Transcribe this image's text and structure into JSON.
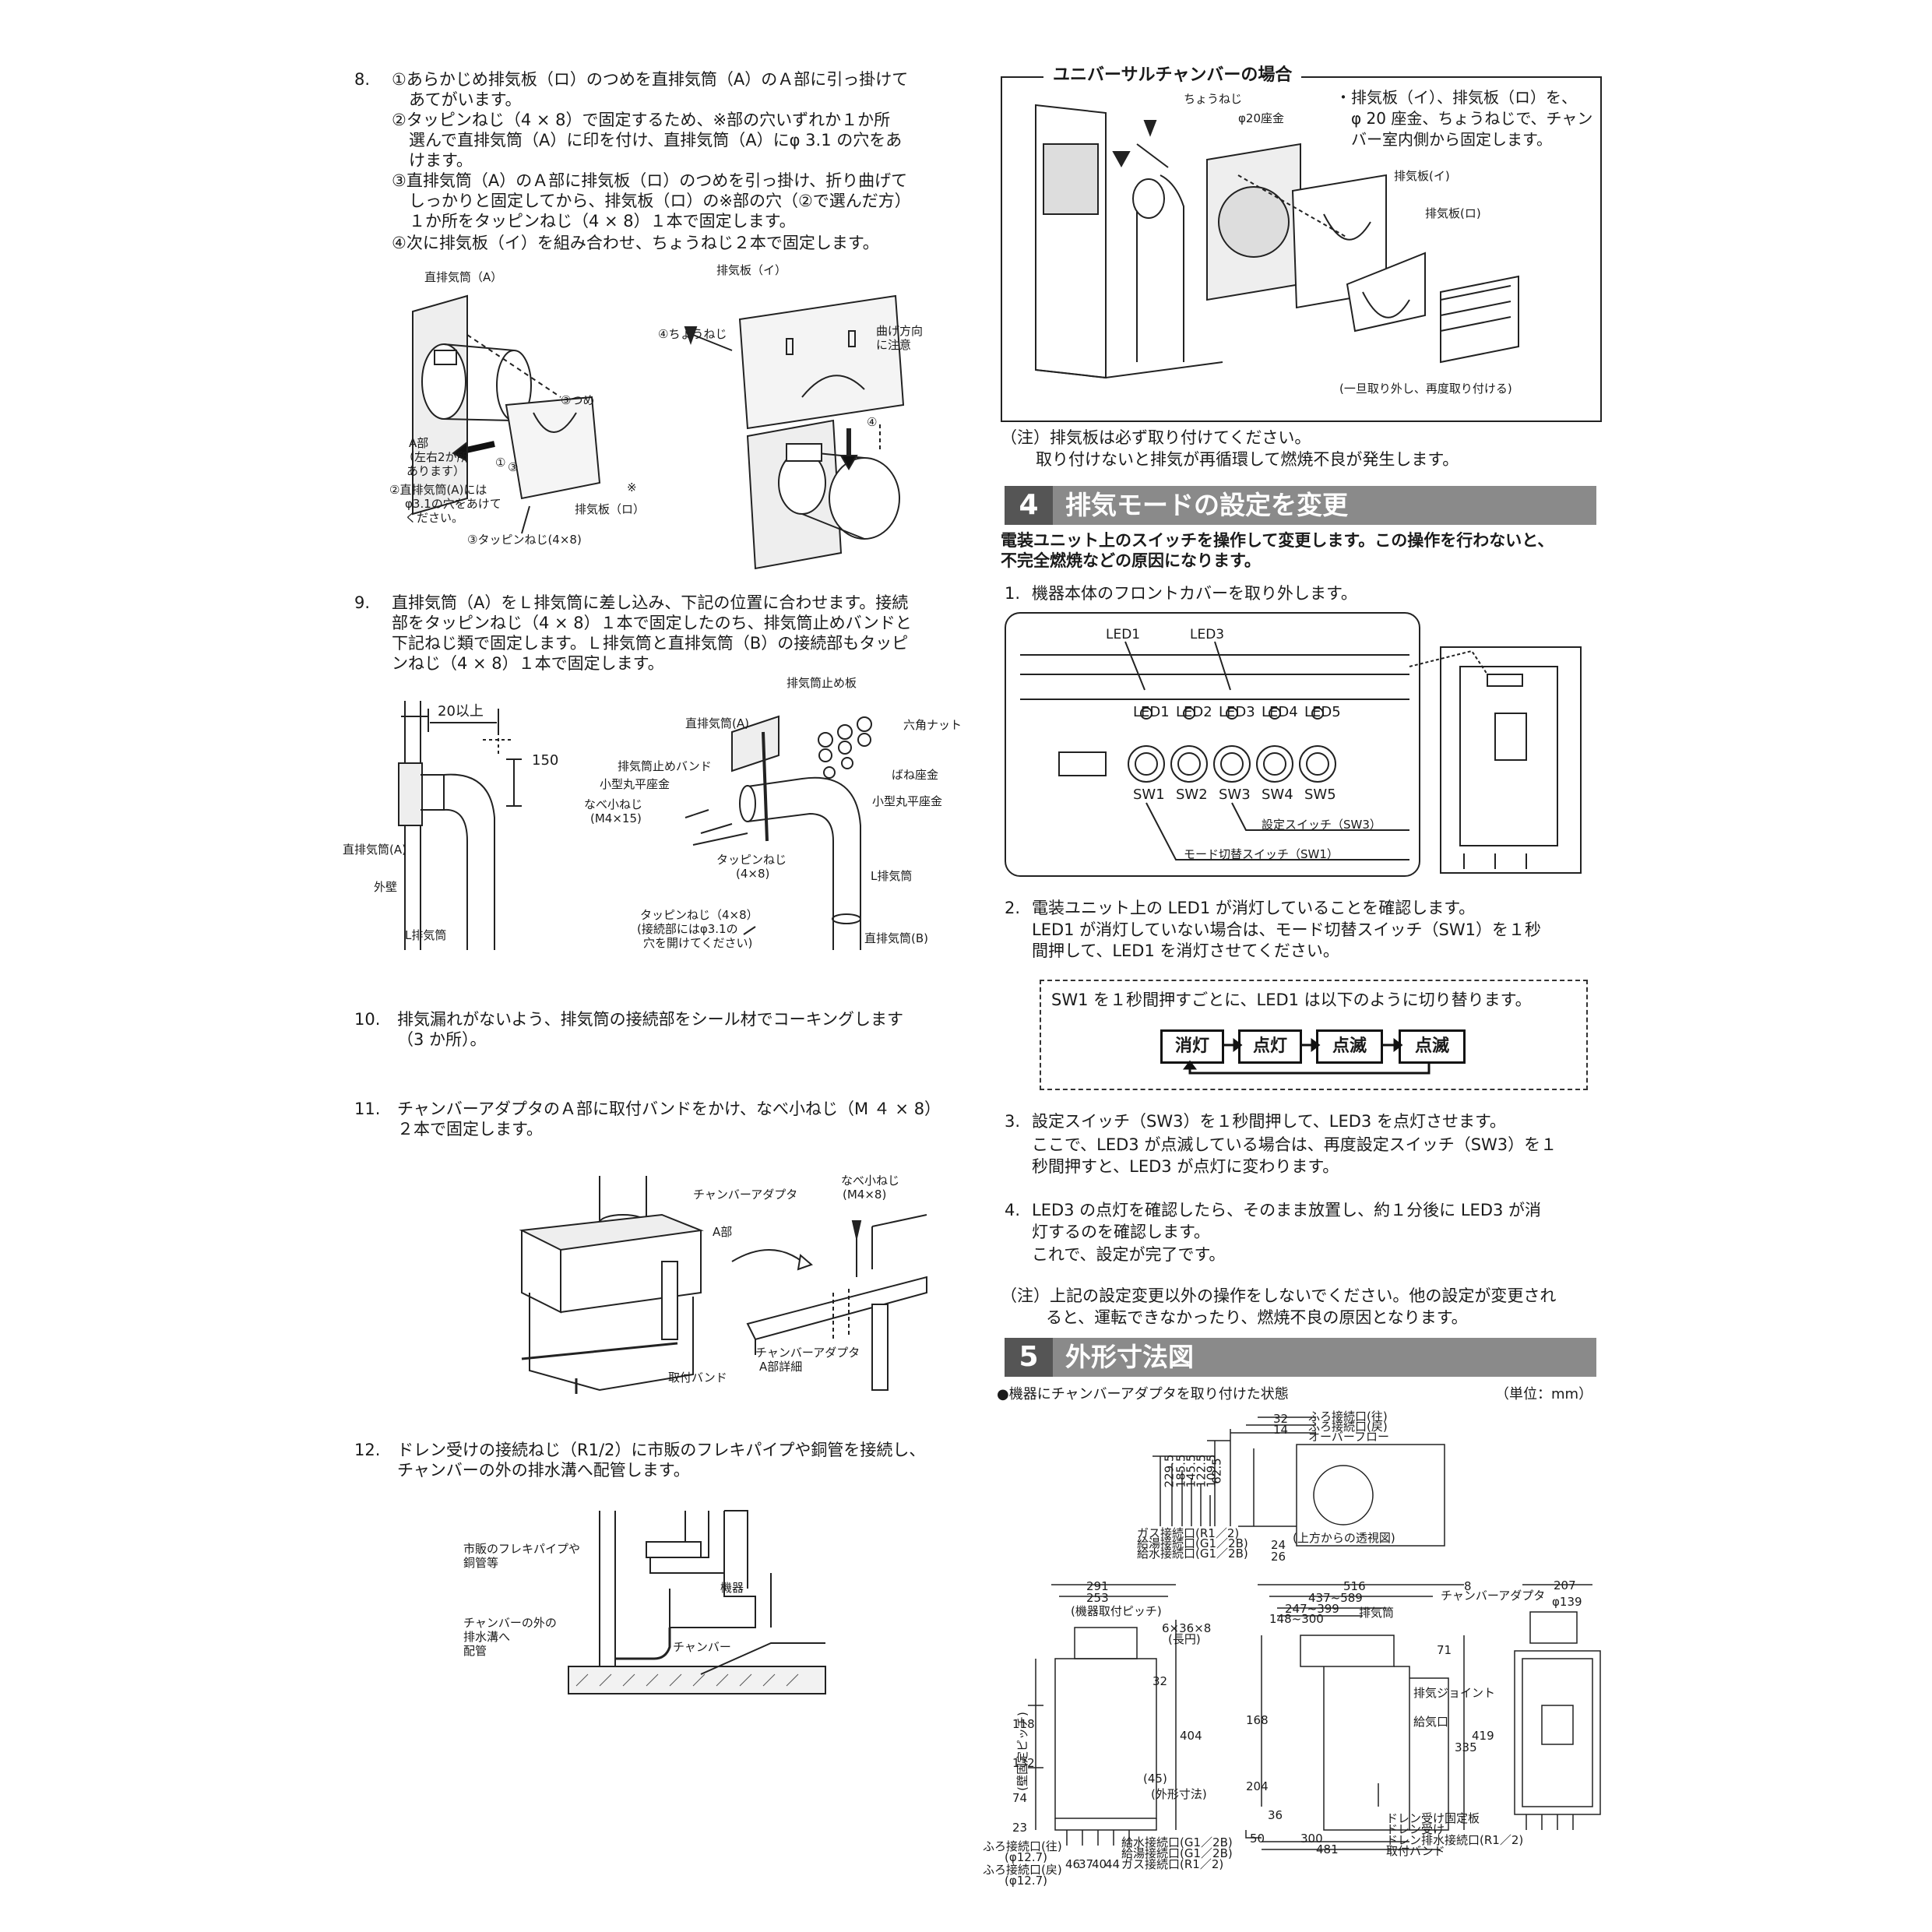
{
  "left": {
    "step8": {
      "num": "8.",
      "l1": "①あらかじめ排気板（ロ）のつめを直排気筒（A）のＡ部に引っ掛けて",
      "l2": "あてがいます。",
      "l3": "②タッピンねじ（4 × 8）で固定するため、※部の穴いずれか１か所",
      "l4": "選んで直排気筒（A）に印を付け、直排気筒（A）にφ 3.1 の穴をあ",
      "l5": "けます。",
      "l6": "③直排気筒（A）のＡ部に排気板（ロ）のつめを引っ掛け、折り曲げて",
      "l7": "しっかりと固定してから、排気板（ロ）の※部の穴（②で選んだ方）",
      "l8": "１か所をタッピンねじ（4 × 8）１本で固定します。",
      "l9": "④次に排気板（イ）を組み合わせ、ちょうねじ２本で固定します。"
    },
    "fig8": {
      "a": "直排気筒（A）",
      "tsume": "③つめ",
      "abu": "A部",
      "abu2": "（左右2か所",
      "abu3": "あります）",
      "hole1": "②直排気筒(A)には",
      "hole2": "φ3.1の穴をあけて",
      "hole3": "ください。",
      "tap": "③タッピンねじ(4×8)",
      "ro": "排気板（ロ）",
      "i": "排気板（イ）",
      "chou": "④ちょうねじ",
      "bend1": "曲げ方向",
      "bend2": "に注意",
      "kome": "※",
      "c1": "①",
      "c3": "③",
      "c4": "④"
    },
    "step9": {
      "num": "9.",
      "l1": "直排気筒（A）をＬ排気筒に差し込み、下記の位置に合わせます。接続",
      "l2": "部をタッピンねじ（4 × 8）１本で固定したのち、排気筒止めバンドと",
      "l3": "下記ねじ類で固定します。Ｌ排気筒と直排気筒（B）の接続部もタッピ",
      "l4": "ンねじ（4 × 8）１本で固定します。"
    },
    "fig9": {
      "dim20": "20以上",
      "dim150": "150",
      "a": "直排気筒(A)",
      "wall": "外壁",
      "l": "L排気筒",
      "stopplate": "排気筒止め板",
      "a2": "直排気筒(A)",
      "hexnut": "六角ナット",
      "band": "排気筒止めバンド",
      "washer_small": "小型丸平座金",
      "springwasher": "ばね座金",
      "nabe": "なべ小ねじ",
      "nabe_size": "(M4×15)",
      "washer_small2": "小型丸平座金",
      "tap": "タッピンねじ",
      "tap_size": "(4×8)",
      "l2": "L排気筒",
      "tap2": "タッピンねじ（4×8）",
      "tap2b": "(接続部にはφ3.1の",
      "tap2c": "穴を開けてください)",
      "b": "直排気筒(B)"
    },
    "step10": {
      "num": "10.",
      "l1": "排気漏れがないよう、排気筒の接続部をシール材でコーキングします",
      "l2": "（3 か所）。"
    },
    "step11": {
      "num": "11.",
      "l1": "チャンバーアダプタのＡ部に取付バンドをかけ、なべ小ねじ（M ４ × 8）",
      "l2": "２本で固定します。"
    },
    "fig11": {
      "adapter": "チャンバーアダプタ",
      "nabe": "なべ小ねじ",
      "nabe_size": "(M4×8)",
      "abu": "A部",
      "band": "取付バンド",
      "detail1": "チャンバーアダプタ",
      "detail2": "A部詳細"
    },
    "step12": {
      "num": "12.",
      "l1": "ドレン受けの接続ねじ（R1/2）に市販のフレキパイプや銅管を接続し、",
      "l2": "チャンバーの外の排水溝へ配管します。"
    },
    "fig12": {
      "flex1": "市販のフレキパイプや",
      "flex2": "銅管等",
      "drain1": "チャンバーの外の",
      "drain2": "排水溝へ",
      "drain3": "配管",
      "unit": "機器",
      "chamber": "チャンバー"
    }
  },
  "right": {
    "universal": {
      "title": "ユニバーサルチャンバーの場合",
      "chou": "ちょうねじ",
      "phi20": "φ20座金",
      "note1": "・排気板（イ）、排気板（ロ）を、",
      "note2": "φ 20 座金、ちょうねじで、チャン",
      "note3": "バー室内側から固定します。",
      "i": "排気板(イ)",
      "ro": "排気板(ロ)",
      "reattach": "(一旦取り外し、再度取り付ける)"
    },
    "caution1": {
      "l1": "（注）排気板は必ず取り付けてください。",
      "l2": "取り付けないと排気が再循環して燃焼不良が発生します。"
    },
    "sec4": {
      "num": "4",
      "title": "排気モードの設定を変更",
      "intro1": "電装ユニット上のスイッチを操作して変更します。この操作を行わないと、",
      "intro2": "不完全燃焼などの原因になります。"
    },
    "s4_step1": {
      "num": "1.",
      "text": "機器本体のフロントカバーを取り外します。"
    },
    "panel": {
      "led1_top": "LED1",
      "led3_top": "LED3",
      "leds": [
        "LED1",
        "LED2",
        "LED3",
        "LED4",
        "LED5"
      ],
      "sws": [
        "SW1",
        "SW2",
        "SW3",
        "SW4",
        "SW5"
      ],
      "sw3_label": "設定スイッチ（SW3）",
      "sw1_label": "モード切替スイッチ（SW1）"
    },
    "s4_step2": {
      "num": "2.",
      "l1": "電装ユニット上の LED1 が消灯していることを確認します。",
      "l2": "LED1 が消灯していない場合は、モード切替スイッチ（SW1）を１秒",
      "l3": "間押して、LED1 を消灯させてください。"
    },
    "flow": {
      "caption": "SW1 を１秒間押すごとに、LED1 は以下のように切り替ります。",
      "states": [
        "消灯",
        "点灯",
        "点滅",
        "点滅"
      ]
    },
    "s4_step3": {
      "num": "3.",
      "l1": "設定スイッチ（SW3）を１秒間押して、LED3 を点灯させます。",
      "l2": "ここで、LED3 が点滅している場合は、再度設定スイッチ（SW3）を１",
      "l3": "秒間押すと、LED3 が点灯に変わります。"
    },
    "s4_step4": {
      "num": "4.",
      "l1": "LED3 の点灯を確認したら、そのまま放置し、約１分後に LED3 が消",
      "l2": "灯するのを確認します。",
      "l3": "これで、設定が完了です。"
    },
    "caution2": {
      "l1": "（注）上記の設定変更以外の操作をしないでください。他の設定が変更され",
      "l2": "ると、運転できなかったり、燃焼不良の原因となります。"
    },
    "sec5": {
      "num": "5",
      "title": "外形寸法図",
      "state": "●機器にチャンバーアダプタを取り付けた状態",
      "unit": "（単位：mm）"
    },
    "dims": {
      "top_labels": [
        "ふろ接続口(往)",
        "ふろ接続口(戻)",
        "オーバーフロー"
      ],
      "top_nums": [
        "32",
        "14"
      ],
      "left_nums": [
        "229.5",
        "185.5",
        "145.5",
        "122.5",
        "109.5",
        "62.5"
      ],
      "gas_labels": [
        "ガス接続口(R1／2)",
        "給湯接続口(G1／2B)",
        "給水接続口(G1／2B)"
      ],
      "bottom_nums": [
        "24",
        "26"
      ],
      "view_note": "(上方からの透視図)",
      "front": {
        "w291": "291",
        "w253": "253",
        "pitch": "(機器取付ピッチ)",
        "hole": "6×36×8",
        "long": "(長円)",
        "wallpitch": "(壁固定ピッチ)",
        "v118": "118",
        "v132": "132",
        "v74": "74",
        "v23": "23",
        "v32": "32",
        "v404": "404",
        "v45": "(45)",
        "box": "(外形寸法)",
        "bottom": [
          "46",
          "37",
          "40",
          "44"
        ],
        "bath_go": "ふろ接続口(往)",
        "phi1": "(φ12.7)",
        "bath_back": "ふろ接続口(戻)",
        "phi2": "(φ12.7)",
        "water": "給水接続口(G1／2B)",
        "hot": "給湯接続口(G1／2B)",
        "gas": "ガス接続口(R1／2)"
      },
      "side": {
        "w516": "516",
        "w8": "8",
        "r1": "437~589",
        "r2": "247~399",
        "r3": "148~300",
        "adapter": "チャンバーアダプタ",
        "exhaust": "排気筒",
        "joint": "排気ジョイント",
        "intake": "給気口",
        "v71": "71",
        "v168": "168",
        "v204": "204",
        "v335": "335",
        "v419": "419",
        "v36": "36",
        "w50": "50",
        "w300": "300",
        "w481": "481",
        "drainplate": "ドレン受け固定板",
        "drain": "ドレン受け",
        "drainjoint": "ドレン排水接続口(R1／2)",
        "band": "取付バンド"
      },
      "rear": {
        "w207": "207",
        "phi": "φ139"
      }
    }
  }
}
